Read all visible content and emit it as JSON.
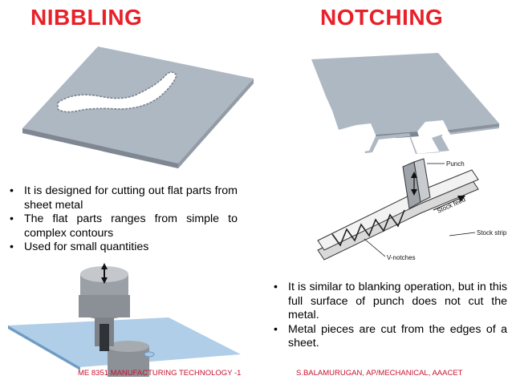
{
  "slide": {
    "title_left": "NIBBLING",
    "title_right": "NOTCHING",
    "nibbling_points": [
      "It is designed for cutting out flat parts from sheet metal",
      "The flat parts ranges from simple to complex contours",
      "Used for small quantities"
    ],
    "notching_points": [
      "It is similar to blanking operation, but in this full surface of punch does not cut the metal.",
      "Metal pieces are cut from the edges of a sheet."
    ],
    "diagram_labels": {
      "punch": "Punch",
      "stock_feed": "Stock feed",
      "stock_strip": "Stock strip",
      "v_notches": "V-notches"
    },
    "footer_left": "ME 8351 MANUFACTURING TECHNOLOGY -1",
    "footer_right": "S.BALAMURUGAN, AP/MECHANICAL, AAACET"
  },
  "colors": {
    "title": "#e8202a",
    "footer": "#c8102e",
    "sheet_top": "#aab4bf",
    "sheet_edge": "#8a939d"
  }
}
